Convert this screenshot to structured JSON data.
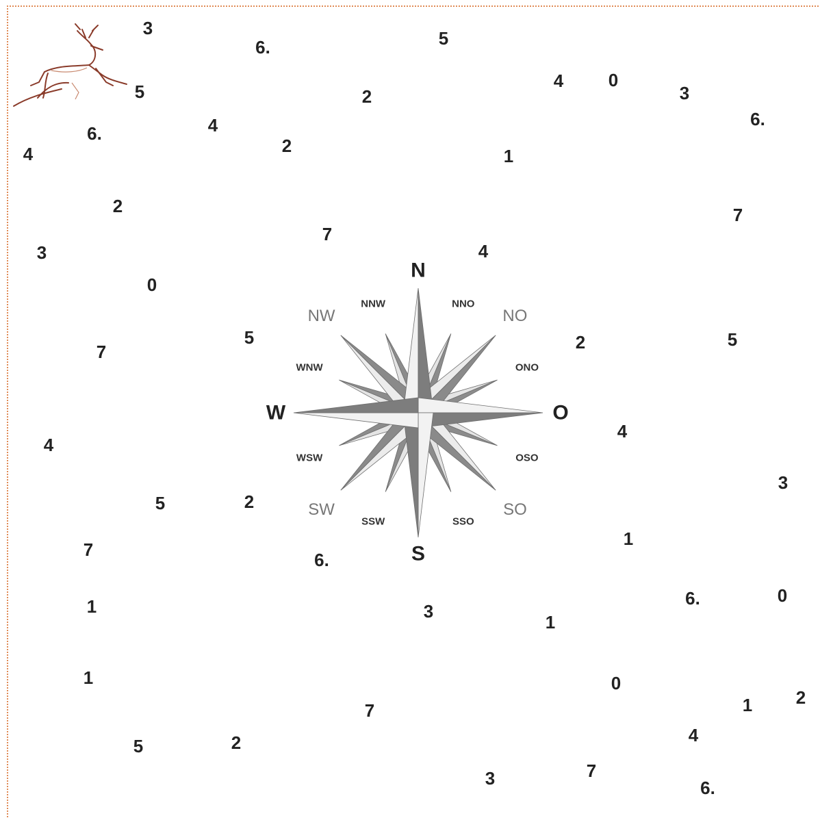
{
  "compass": {
    "cardinals": [
      {
        "key": "N",
        "label": "N"
      },
      {
        "key": "O",
        "label": "O"
      },
      {
        "key": "S",
        "label": "S"
      },
      {
        "key": "W",
        "label": "W"
      }
    ],
    "intercardinals": [
      {
        "key": "NO",
        "label": "NO"
      },
      {
        "key": "SO",
        "label": "SO"
      },
      {
        "key": "SW",
        "label": "SW"
      },
      {
        "key": "NW",
        "label": "NW"
      }
    ],
    "secondary": [
      {
        "key": "NNO",
        "label": "NNO"
      },
      {
        "key": "ONO",
        "label": "ONO"
      },
      {
        "key": "OSO",
        "label": "OSO"
      },
      {
        "key": "SSO",
        "label": "SSO"
      },
      {
        "key": "SSW",
        "label": "SSW"
      },
      {
        "key": "WSW",
        "label": "WSW"
      },
      {
        "key": "WNW",
        "label": "WNW"
      },
      {
        "key": "NNW",
        "label": "NNW"
      }
    ]
  },
  "numbers": [
    "3",
    "6.",
    "5",
    "4",
    "0",
    "3",
    "6.",
    "5",
    "2",
    "6.",
    "4",
    "2",
    "1",
    "4",
    "2",
    "7",
    "3",
    "7",
    "4",
    "0",
    "5",
    "7",
    "2",
    "5",
    "4",
    "4",
    "3",
    "5",
    "2",
    "7",
    "6.",
    "1",
    "1",
    "3",
    "1",
    "6.",
    "0",
    "1",
    "0",
    "7",
    "2",
    "1",
    "5",
    "2",
    "4",
    "3",
    "7",
    "6."
  ]
}
